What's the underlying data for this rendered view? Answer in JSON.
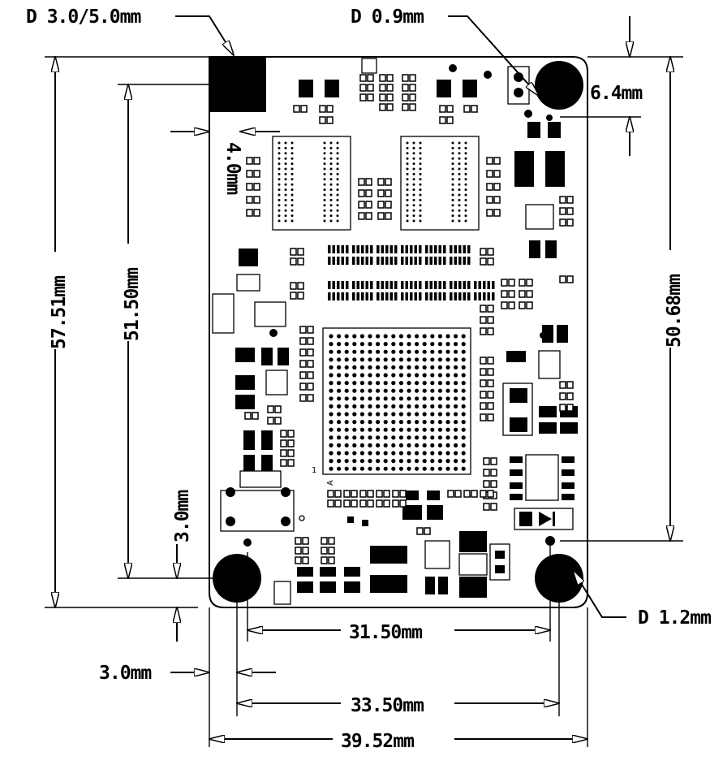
{
  "labels": {
    "d_mount_large": "D  3.0/5.0mm",
    "d_pin": "D  0.9mm",
    "height_64": "6.4mm",
    "offset_40": "4.0mm",
    "total_height": "57.51mm",
    "hole_span_vertical": "51.50mm",
    "right_height": "50.68mm",
    "hole_offset_vertical": "3.0mm",
    "hole_offset_horizontal": "3.0mm",
    "d_small": "D  1.2mm",
    "hole_span_31": "31.50mm",
    "hole_span_33": "33.50mm",
    "total_width": "39.52mm"
  },
  "board_markings": {
    "pin1": "1",
    "pinA": "A"
  }
}
